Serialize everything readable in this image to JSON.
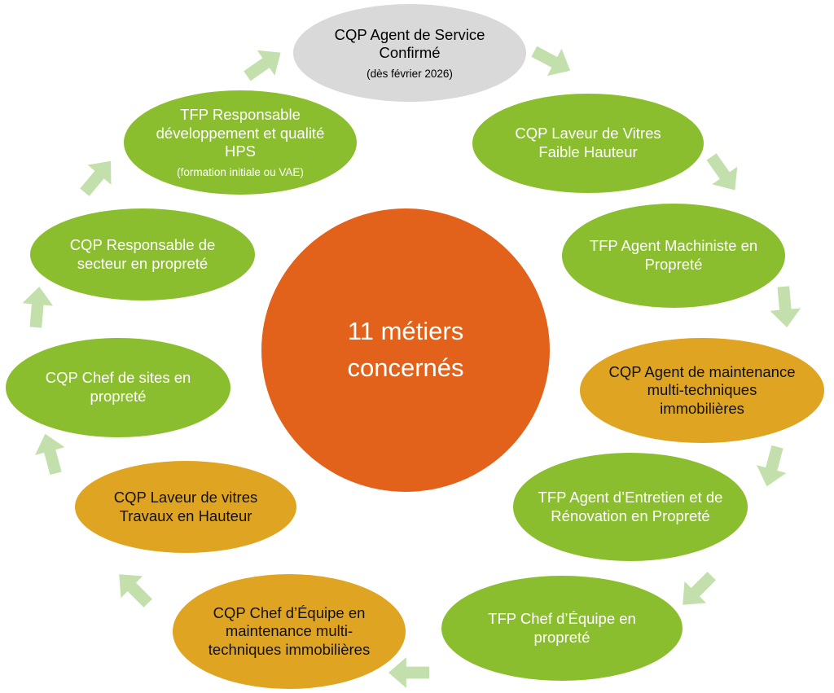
{
  "center": {
    "title": "11 métiers concernés"
  },
  "nodes": [
    {
      "id": "cqp-agent-service-confirme",
      "title": "CQP Agent de Service Confirmé",
      "subtitle": "(dès février 2026)",
      "color": "gray"
    },
    {
      "id": "cqp-laveur-vitres-faible-hauteur",
      "title": "CQP Laveur de Vitres Faible Hauteur",
      "color": "green"
    },
    {
      "id": "tfp-agent-machiniste-proprete",
      "title": "TFP Agent Machiniste en Propreté",
      "color": "green"
    },
    {
      "id": "cqp-agent-maintenance-multitechniques",
      "title": "CQP Agent de maintenance multi-techniques immobilières",
      "color": "gold"
    },
    {
      "id": "tfp-agent-entretien-renovation",
      "title": "TFP Agent d’Entretien et de Rénovation en Propreté",
      "color": "green"
    },
    {
      "id": "tfp-chef-equipe-proprete",
      "title": "TFP Chef d’Équipe en propreté",
      "color": "green"
    },
    {
      "id": "cqp-chef-equipe-maintenance",
      "title": "CQP Chef d’Équipe en maintenance multi-techniques immobilières",
      "color": "gold"
    },
    {
      "id": "cqp-laveur-vitres-travaux-hauteur",
      "title": "CQP Laveur de vitres Travaux en Hauteur",
      "color": "gold"
    },
    {
      "id": "cqp-chef-de-sites-proprete",
      "title": "CQP Chef de sites en propreté",
      "color": "green"
    },
    {
      "id": "cqp-responsable-secteur-proprete",
      "title": "CQP Responsable de secteur en propreté",
      "color": "green"
    },
    {
      "id": "tfp-responsable-developpement-qualite",
      "title": "TFP Responsable développement et qualité HPS",
      "subtitle": "(formation initiale ou VAE)",
      "color": "green"
    }
  ],
  "palette": {
    "green": "#8BBE2F",
    "gold": "#DFA522",
    "center_orange": "#E2621C",
    "gray": "#D9D9D9",
    "arrow_green": "#C3DFAC"
  }
}
